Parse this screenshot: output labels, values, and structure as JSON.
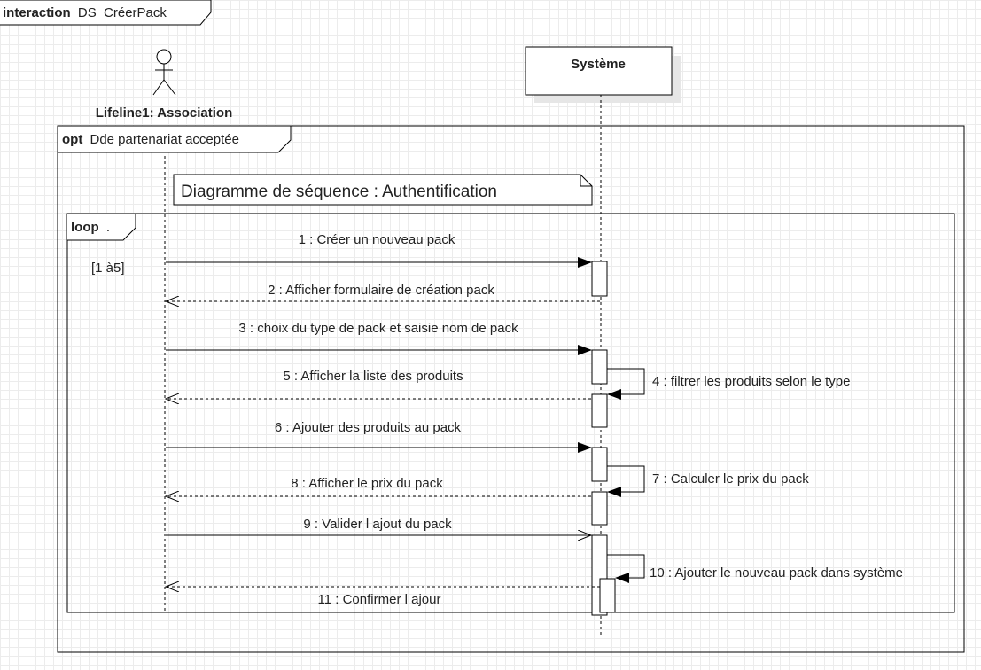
{
  "interaction": {
    "keyword": "interaction",
    "name": "DS_CréerPack"
  },
  "actor": {
    "label": "Lifeline1: Association"
  },
  "system": {
    "label": "Système"
  },
  "opt_fragment": {
    "operator": "opt",
    "guard": "Dde partenariat acceptée"
  },
  "note": {
    "text": "Diagramme de séquence : Authentification"
  },
  "loop_fragment": {
    "operator": "loop",
    "suffix": ".",
    "guard": "[1 à5]"
  },
  "messages": [
    {
      "label": "1 : Créer un nouveau pack"
    },
    {
      "label": "2 : Afficher formulaire de création pack"
    },
    {
      "label": "3 : choix du type de pack et saisie nom de pack"
    },
    {
      "label": "4 : filtrer les produits selon le type"
    },
    {
      "label": "5 : Afficher la liste des produits"
    },
    {
      "label": "6 : Ajouter des produits au pack"
    },
    {
      "label": "7 : Calculer le prix du pack"
    },
    {
      "label": "8 : Afficher le prix du pack"
    },
    {
      "label": "9 : Valider l ajout du pack"
    },
    {
      "label": "10 : Ajouter le nouveau pack dans système"
    },
    {
      "label": "11 : Confirmer l ajour"
    }
  ]
}
